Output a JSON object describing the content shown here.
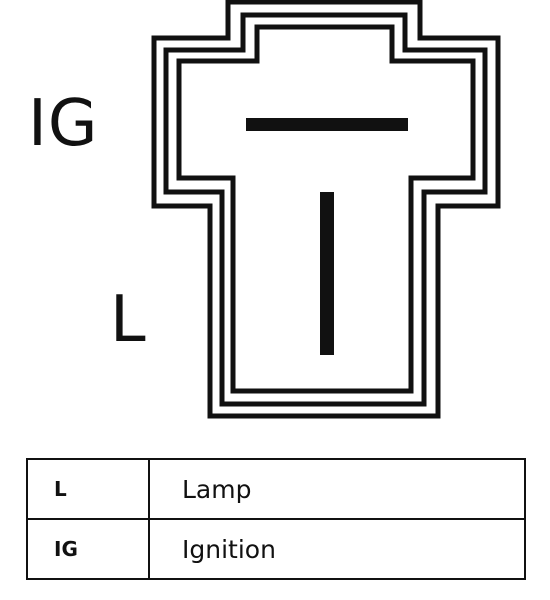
{
  "diagram": {
    "terminal_labels": {
      "ig": "IG",
      "l": "L"
    },
    "line_color": "#111111",
    "background_color": "#ffffff"
  },
  "legend": {
    "rows": [
      {
        "code": "L",
        "description": "Lamp"
      },
      {
        "code": "IG",
        "description": "Ignition"
      }
    ]
  }
}
